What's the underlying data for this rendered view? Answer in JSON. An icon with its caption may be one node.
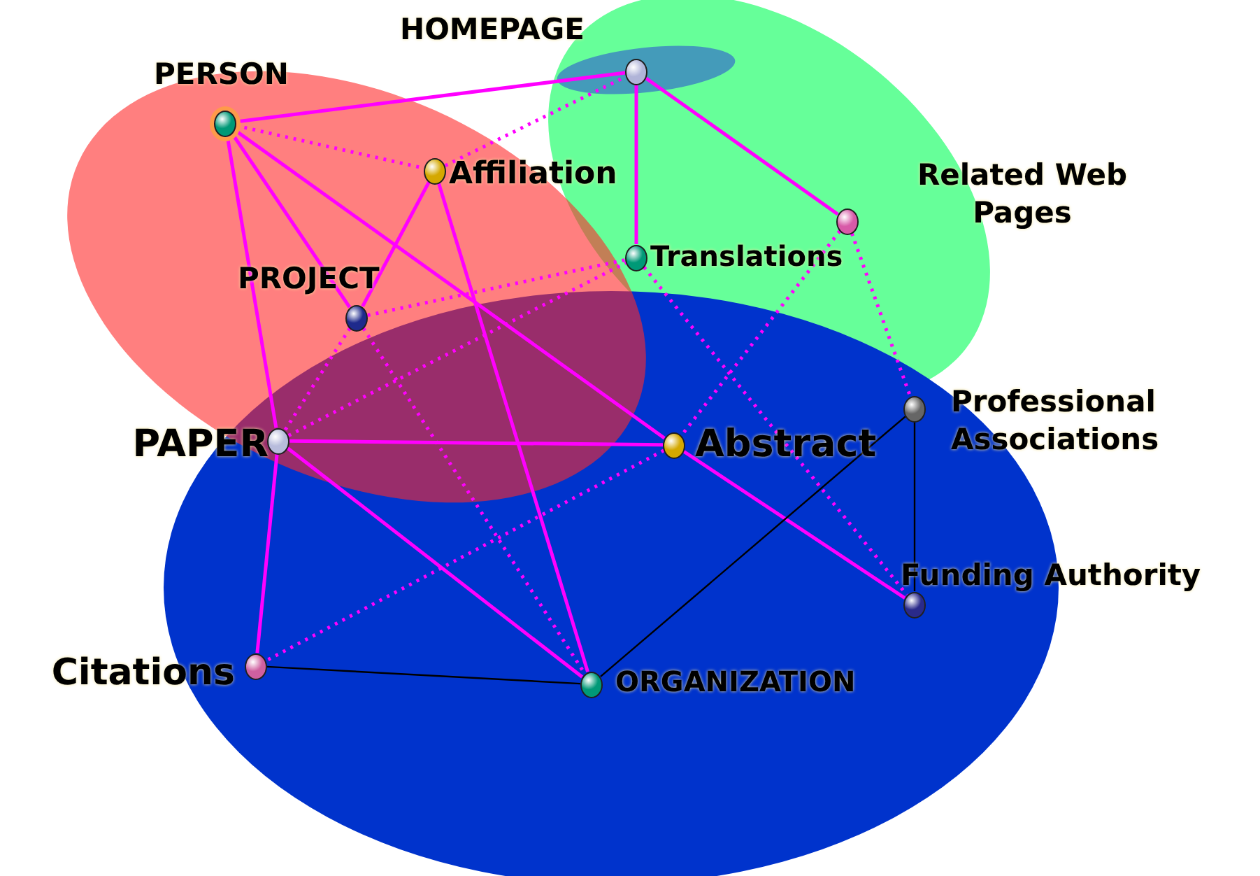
{
  "diagram": {
    "nodes": [
      {
        "text": [
          "HOMEPAGE"
        ]
      },
      {
        "text": [
          "PERSON"
        ]
      },
      {
        "text": [
          "Affiliation"
        ]
      },
      {
        "text": [
          "Related Web Pages"
        ]
      },
      {
        "text": [
          "Translations"
        ]
      },
      {
        "text": [
          "PROJECT"
        ]
      },
      {
        "text": [
          "Professional Associations"
        ]
      },
      {
        "text": [
          "PAPER"
        ]
      },
      {
        "text": [
          "Abstract"
        ]
      },
      {
        "text": [
          "Funding Authority"
        ]
      },
      {
        "text": [
          "Citations"
        ]
      },
      {
        "text": [
          "ORGANIZATION"
        ]
      }
    ],
    "edges": [
      {
        "from": 1,
        "to": 0,
        "arrow": "none"
      },
      {
        "from": 1,
        "to": 7,
        "arrow": "none"
      },
      {
        "from": 1,
        "to": 5,
        "arrow": "none"
      },
      {
        "from": 1,
        "to": 8,
        "arrow": "none"
      },
      {
        "from": 0,
        "to": 4,
        "arrow": "none"
      },
      {
        "from": 0,
        "to": 3,
        "arrow": "none"
      },
      {
        "from": 2,
        "to": 5,
        "arrow": "none"
      },
      {
        "from": 2,
        "to": 11,
        "arrow": "none"
      },
      {
        "from": 7,
        "to": 8,
        "arrow": "none"
      },
      {
        "from": 7,
        "to": 11,
        "arrow": "none"
      },
      {
        "from": 7,
        "to": 10,
        "arrow": "none"
      },
      {
        "from": 8,
        "to": 9,
        "arrow": "none"
      },
      {
        "from": 1,
        "to": 2,
        "arrow": "none",
        "style": "dashed"
      },
      {
        "from": 2,
        "to": 0,
        "arrow": "none",
        "style": "dashed"
      },
      {
        "from": 5,
        "to": 4,
        "arrow": "none",
        "style": "dashed"
      },
      {
        "from": 5,
        "to": 7,
        "arrow": "none",
        "style": "dashed"
      },
      {
        "from": 5,
        "to": 11,
        "arrow": "none",
        "style": "dashed"
      },
      {
        "from": 7,
        "to": 4,
        "arrow": "none",
        "style": "dashed"
      },
      {
        "from": 4,
        "to": 9,
        "arrow": "none",
        "style": "dashed"
      },
      {
        "from": 3,
        "to": 8,
        "arrow": "none",
        "style": "dashed"
      },
      {
        "from": 3,
        "to": 6,
        "arrow": "none",
        "style": "dashed"
      },
      {
        "from": 8,
        "to": 10,
        "arrow": "none",
        "style": "dashed"
      },
      {
        "from": 10,
        "to": 11,
        "arrow": "none",
        "color": "#000000"
      },
      {
        "from": 11,
        "to": 6,
        "arrow": "none",
        "color": "#000000"
      },
      {
        "from": 6,
        "to": 9,
        "arrow": "none",
        "color": "#000000"
      }
    ]
  }
}
